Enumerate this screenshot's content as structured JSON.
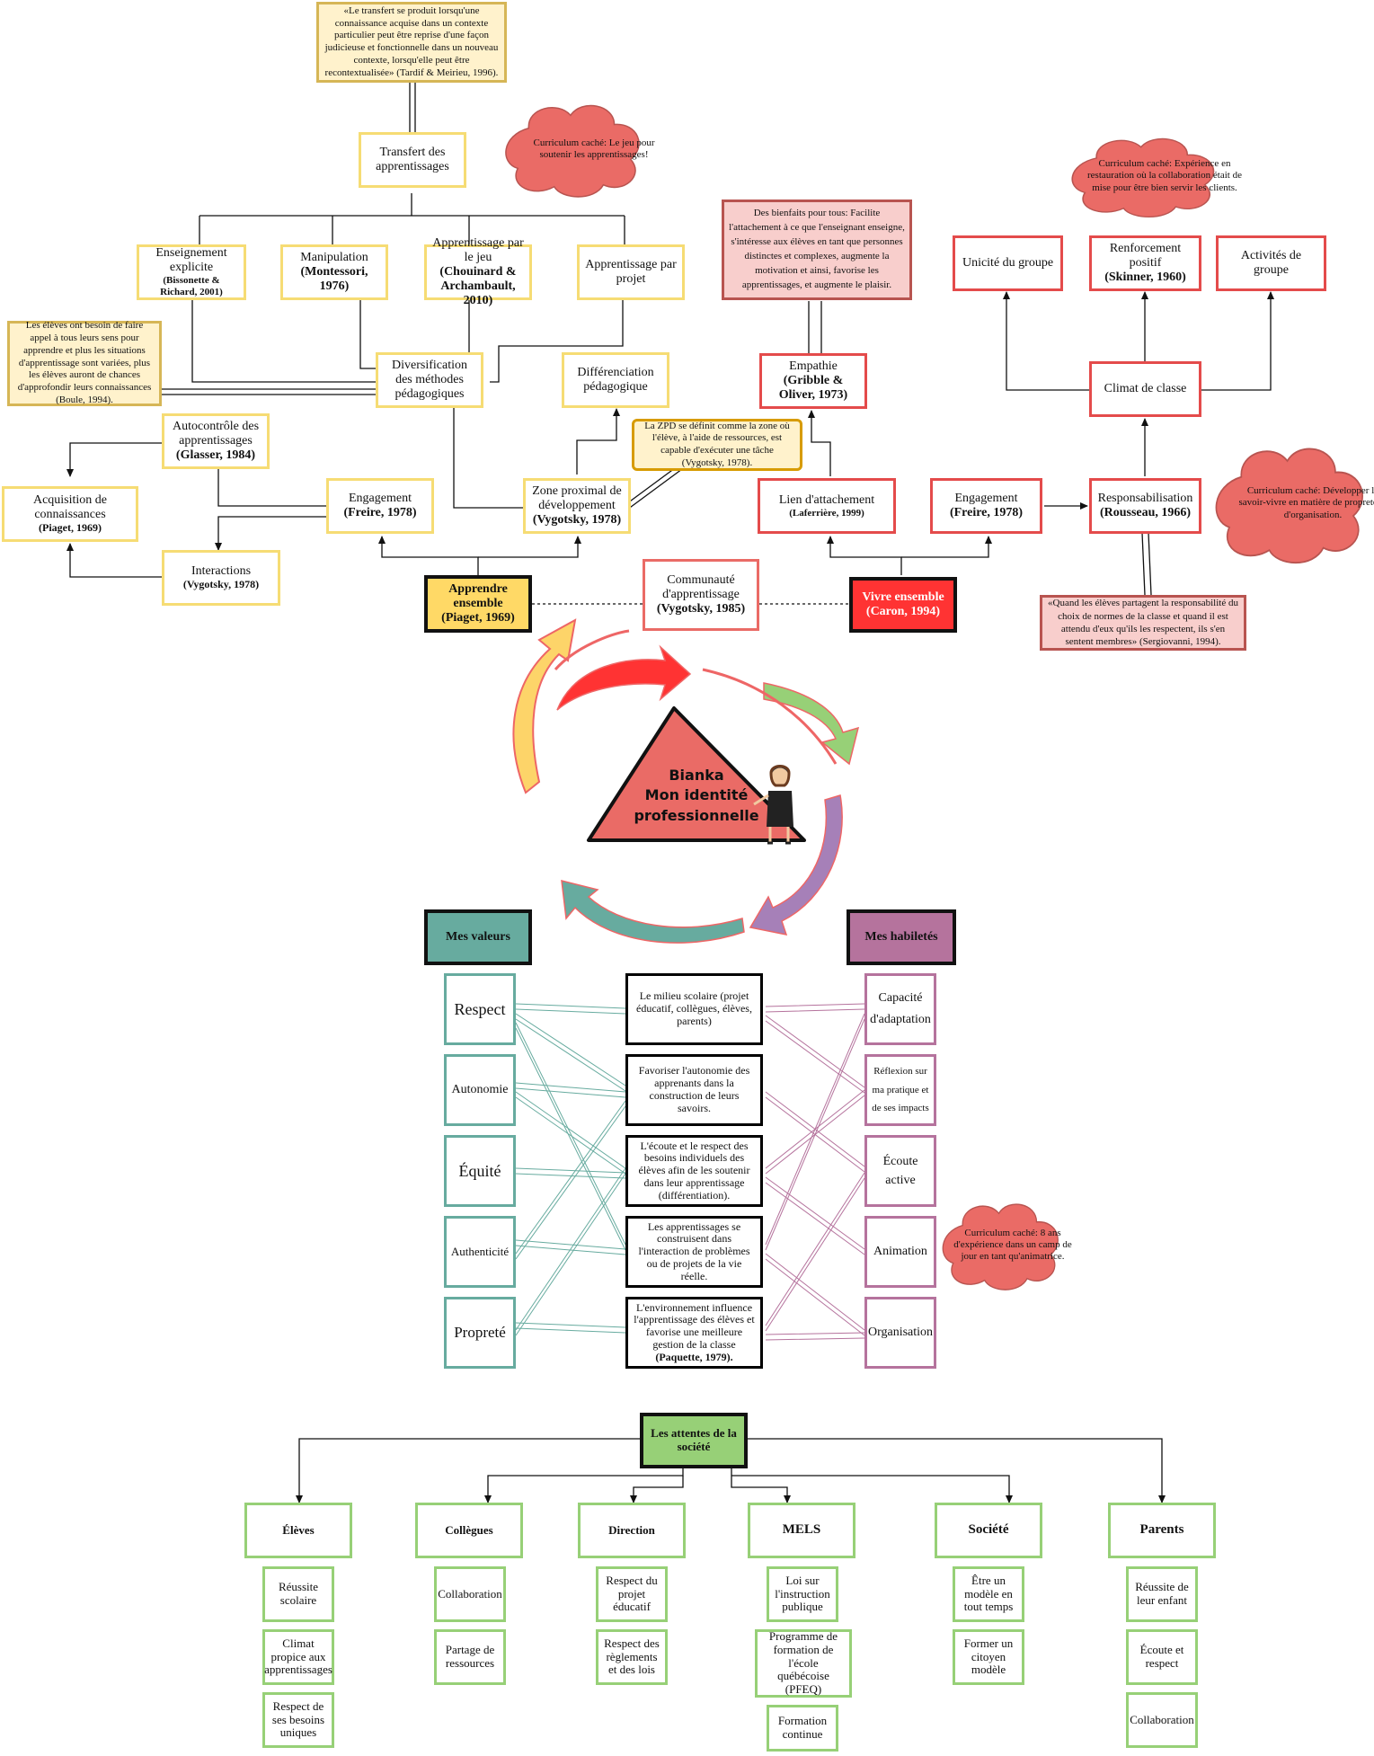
{
  "colors": {
    "yellow_border": "#f6dc74",
    "red_border": "#e44b4b",
    "teal_border": "#67ab9f",
    "purple_border": "#b5739d",
    "green_border": "#97d077",
    "cloud_fill": "#ea6b66"
  },
  "quotes": {
    "tardif": "«Le transfert se produit lorsqu'une connaissance acquise dans un contexte particulier peut être reprise d'une façon judicieuse et fonctionnelle dans un nouveau contexte, lorsqu'elle peut être recontextualisée» (Tardif & Meirieu, 1996).",
    "boule": "Les élèves ont besoin de faire appel à tous leurs sens pour apprendre et plus les situations d'apprentissage sont variées, plus les élèves auront de chances d'approfondir leurs connaissances (Boule, 1994).",
    "zpd": "La ZPD se définit comme la zone où l'élève, à l'aide de ressources, est capable d'exécuter une tâche (Vygotsky, 1978).",
    "bienfaits": "Des bienfaits pour tous: Facilite l'attachement à ce que l'enseignant enseigne, s'intéresse aux élèves en tant que personnes distinctes et complexes, augmente la motivation et ainsi, favorise les apprentissages, et augmente le plaisir.",
    "sergiovanni": "«Quand les élèves partagent la responsabilité du choix de normes de la classe et quand il est attendu d'eux qu'ils les respectent, ils s'en sentent membres» (Sergiovanni, 1994)."
  },
  "clouds": {
    "jeu": "Curriculum caché: Le jeu pour soutenir les apprentissages!",
    "restauration": "Curriculum caché: Expérience en restauration où la collaboration était de mise pour être bien servir les clients.",
    "savoir_vivre": "Curriculum caché: Développer le savoir-vivre en matière de propreté et d'organisation.",
    "camp": "Curriculum caché: 8 ans d'expérience dans un camp de jour en tant qu'animatrice."
  },
  "apprendre": {
    "transfert": "Transfert des apprentissages",
    "ens_explicite": "Enseignement explicite",
    "ens_explicite_ref": "(Bissonette & Richard, 2001)",
    "manipulation": "Manipulation",
    "manipulation_ref": "(Montessori, 1976)",
    "par_le_jeu": "Apprentissage par le jeu",
    "par_le_jeu_ref": "(Chouinard & Archambault, 2010)",
    "par_projet": "Apprentissage par projet",
    "diversification": "Diversification des méthodes pédagogiques",
    "differenciation": "Différenciation pédagogique",
    "autocontrole": "Autocontrôle des apprentissages",
    "autocontrole_ref": "(Glasser, 1984)",
    "acquisition": "Acquisition de connaissances",
    "acquisition_ref": "(Piaget, 1969)",
    "engagement": "Engagement",
    "engagement_ref": "(Freire, 1978)",
    "zone_proximal": "Zone proximal de développement",
    "zone_proximal_ref": "(Vygotsky, 1978)",
    "interactions": "Interactions",
    "interactions_ref": "(Vygotsky, 1978)",
    "root": "Apprendre ensemble (Piaget, 1969)"
  },
  "communaute": "Communauté d'apprentissage",
  "communaute_ref": "(Vygotsky, 1985)",
  "vivre": {
    "empathie": "Empathie",
    "empathie_ref": "(Gribble & Oliver, 1973)",
    "lien": "Lien d'attachement",
    "lien_ref": "(Laferrière, 1999)",
    "engagement": "Engagement",
    "engagement_ref": "(Freire, 1978)",
    "responsabilisation": "Responsabilisation",
    "responsabilisation_ref": "(Rousseau, 1966)",
    "climat": "Climat de classe",
    "unicite": "Unicité du groupe",
    "renforcement": "Renforcement positif",
    "renforcement_ref": "(Skinner, 1960)",
    "activites": "Activités de groupe",
    "root": "Vivre ensemble (Caron, 1994)"
  },
  "identity": {
    "line1": "Bianka",
    "line2": "Mon identité",
    "line3": "professionnelle"
  },
  "valeurs": {
    "title": "Mes valeurs",
    "items": [
      "Respect",
      "Autonomie",
      "Équité",
      "Authenticité",
      "Propreté"
    ]
  },
  "habiletes": {
    "title": "Mes habiletés",
    "items": [
      "Capacité d'adaptation",
      "Réflexion sur ma pratique et de ses impacts",
      "Écoute active",
      "Animation",
      "Organisation"
    ]
  },
  "principes": [
    {
      "text": "Le milieu scolaire (projet éducatif, collègues, élèves, parents)",
      "ref": ""
    },
    {
      "text": "Favoriser l'autonomie des apprenants dans la construction de leurs savoirs.",
      "ref": ""
    },
    {
      "text": "L'écoute et le respect des besoins individuels des élèves afin de les soutenir dans leur apprentissage (différentiation).",
      "ref": ""
    },
    {
      "text": "Les apprentissages se construisent dans l'interaction de problèmes ou de projets de la vie réelle.",
      "ref": ""
    },
    {
      "text": "L'environnement influence l'apprentissage des élèves et favorise une meilleure gestion de la classe",
      "ref": "(Paquette, 1979)."
    }
  ],
  "attentes": {
    "root": "Les attentes de la société",
    "groups": [
      {
        "title": "Élèves",
        "items": [
          "Réussite scolaire",
          "Climat propice aux apprentissages",
          "Respect de ses besoins uniques"
        ]
      },
      {
        "title": "Collègues",
        "items": [
          "Collaboration",
          "Partage de ressources"
        ]
      },
      {
        "title": "Direction",
        "items": [
          "Respect du projet éducatif",
          "Respect des règlements et des lois"
        ]
      },
      {
        "title": "MELS",
        "items": [
          "Loi sur l'instruction publique",
          "Programme de formation de l'école québécoise (PFEQ)",
          "Formation continue"
        ]
      },
      {
        "title": "Société",
        "items": [
          "Être un modèle en tout temps",
          "Former un citoyen modèle"
        ]
      },
      {
        "title": "Parents",
        "items": [
          "Réussite de leur enfant",
          "Écoute et respect",
          "Collaboration"
        ]
      }
    ]
  }
}
